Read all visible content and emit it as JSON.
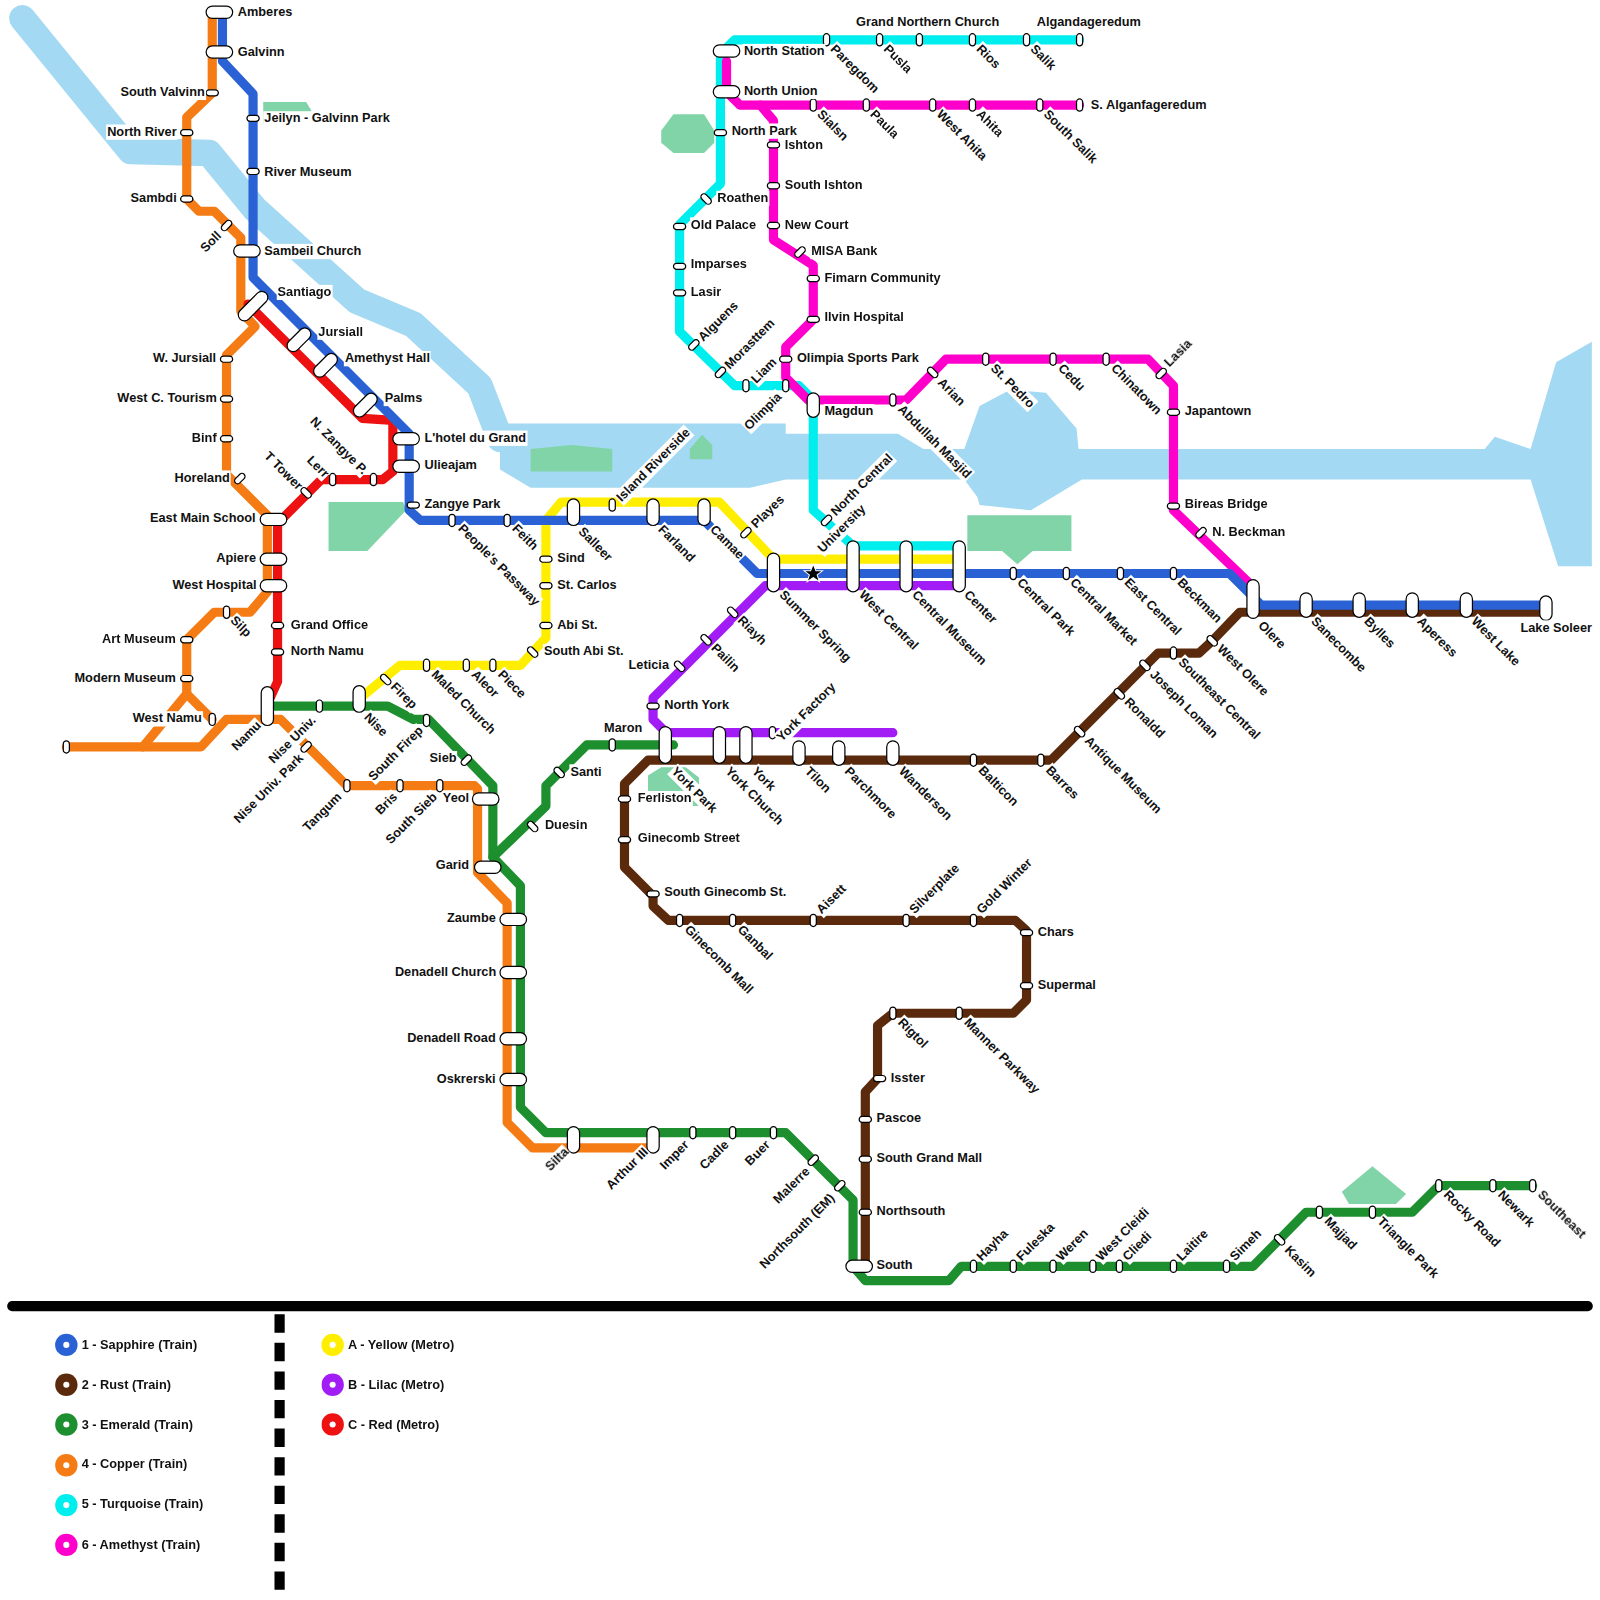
{
  "diagram": {
    "labels": [
      "Amberes",
      "Galvinn",
      "South Valvinn",
      "Jeilyn - Galvinn Park",
      "North River",
      "River Museum",
      "Sambdi",
      "Soll",
      "Sambeil Church",
      "Santiago",
      "Jursiall",
      "W. Jursiall",
      "Amethyst Hall",
      "West C. Tourism",
      "Palms",
      "N. Zangye P.",
      "L'hotel du Grand",
      "Binf",
      "T Tower",
      "Lerr",
      "Ulieajam",
      "Horeland",
      "Zangye Park",
      "East Main School",
      "People's Passway",
      "Feith",
      "Island Riverside",
      "Salleer",
      "Farland",
      "Camae",
      "Playes",
      "North Central",
      "University",
      "Sind",
      "Apiere",
      "St. Carlos",
      "West Hospital",
      "Summer Spring",
      "West Central",
      "Central Museum",
      "Center",
      "Central Park",
      "Central Market",
      "East Central",
      "Beckman",
      "Olere",
      "Sanecombe",
      "Bylles",
      "Aperess",
      "West Lake",
      "Lake Soleer",
      "Silp",
      "Riayh",
      "Abi St.",
      "Grand Office",
      "Art Museum",
      "Pailin",
      "West Olere",
      "South Abi St.",
      "North Namu",
      "Southeast Central",
      "Leticia",
      "Joseph Loman",
      "Firep",
      "Maled Church",
      "Aleor",
      "Piece",
      "Modern Museum",
      "Ronaldd",
      "North York",
      "York Factory",
      "West Namu",
      "Namu",
      "Nise",
      "Nise Univ.",
      "Nise Univ. Park",
      "South Firep",
      "Maron",
      "Antique Museum",
      "Sieb",
      "York Park",
      "York Church",
      "York",
      "Tilon",
      "Parchmore",
      "Wanderson",
      "Balticon",
      "Barres",
      "Santi",
      "Tangum",
      "Bris",
      "South Sieb",
      "Yeol",
      "Ferliston",
      "Duesin",
      "Ginecomb Street",
      "Garid",
      "South Ginecomb St.",
      "Aisett",
      "Silverplate",
      "Gold Winter",
      "Zaumbe",
      "Ginecomb Mall",
      "Ganbal",
      "Chars",
      "Denadell Church",
      "Supermal",
      "Rigtol",
      "Manner Parkway",
      "Denadell Road",
      "Isster",
      "Oskrerski",
      "Pascoe",
      "South Grand Mall",
      "Silta",
      "Arthur III",
      "Imper",
      "Cadle",
      "Buer",
      "Malerre",
      "Northsouth (EM)",
      "Northsouth",
      "South",
      "Hayha",
      "Fuleska",
      "Weren",
      "West Cleidi",
      "Cliedi",
      "Laitire",
      "Simeh",
      "Kasim",
      "Majjad",
      "Triangle Park",
      "Rocky Road",
      "Newark",
      "Southeast",
      "Grand Northern Church",
      "Algandageredum",
      "North Station",
      "Paregdom",
      "Pusla",
      "Rios",
      "Salik",
      "North Union",
      "S. Alganfageredum",
      "Sialsn",
      "Paula",
      "West Ahita",
      "Ahita",
      "South Salik",
      "North Park",
      "Ishton",
      "South Ishton",
      "Roathen",
      "Old Palace",
      "New Court",
      "MISA Bank",
      "Imparses",
      "Fimarn Community",
      "Lasir",
      "Ilvin Hospital",
      "Alguens",
      "Olimpia Sports Park",
      "Morasttem",
      "Liam",
      "Olimpia",
      "Magdun",
      "Abdullah Masjid",
      "Arian",
      "St. Pedro",
      "Cedu",
      "Chinatown",
      "Lasia",
      "Japantown",
      "Bireas Bridge",
      "N. Beckman"
    ],
    "legend": [
      {
        "text": "1 - Sapphire (Train)",
        "color": "#2a62d6"
      },
      {
        "text": "2 - Rust (Train)",
        "color": "#5b2a0c"
      },
      {
        "text": "3 - Emerald (Train)",
        "color": "#1e8f2e"
      },
      {
        "text": "4 - Copper (Train)",
        "color": "#f57c14"
      },
      {
        "text": "5 - Turquoise (Train)",
        "color": "#00eeee"
      },
      {
        "text": "6 - Amethyst (Train)",
        "color": "#ff00cc"
      },
      {
        "text": "A - Yellow (Metro)",
        "color": "#ffee00"
      },
      {
        "text": "B - Lilac (Metro)",
        "color": "#a21cf5"
      },
      {
        "text": "C - Red (Metro)",
        "color": "#ee1111"
      }
    ]
  }
}
